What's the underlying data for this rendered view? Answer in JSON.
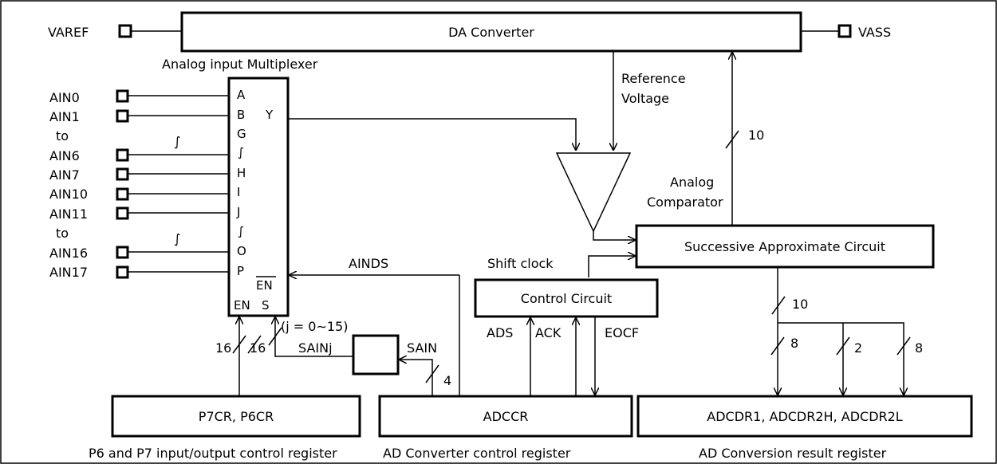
{
  "blocks": {
    "da_converter": "DA Converter",
    "successive_approx": "Successive Approximate Circuit",
    "control_circuit": "Control Circuit",
    "p7cr_p6cr": "P7CR, P6CR",
    "adccr": "ADCCR",
    "adcdr": "ADCDR1, ADCDR2H, ADCDR2L"
  },
  "captions": {
    "mux": "Analog input Multiplexer",
    "p6p7": "P6 and P7 input/output control register",
    "adccr": "AD Converter control register",
    "adcdr": "AD Conversion result register"
  },
  "pins": {
    "varef": "VAREF",
    "vass": "VASS",
    "ain0": "AIN0",
    "ain1": "AIN1",
    "to1": "to",
    "ain6": "AIN6",
    "ain7": "AIN7",
    "ain10": "AIN10",
    "ain11": "AIN11",
    "to2": "to",
    "ain16": "AIN16",
    "ain17": "AIN17"
  },
  "mux_ports": {
    "a": "A",
    "b": "B",
    "g": "G",
    "wave1": "∫",
    "h": "H",
    "i": "I",
    "j": "J",
    "wave2": "∫",
    "o": "O",
    "p": "P",
    "y": "Y",
    "en_bar": "EN",
    "en": "EN",
    "s": "S"
  },
  "signals": {
    "ref_voltage_1": "Reference",
    "ref_voltage_2": "Voltage",
    "comparator_1": "Analog",
    "comparator_2": "Comparator",
    "shift_clock": "Shift clock",
    "ainds": "AINDS",
    "ads": "ADS",
    "ack": "ACK",
    "eocf": "EOCF",
    "sain": "SAIN",
    "sainj": "SAINj",
    "j_range": "(j = 0∼15)",
    "wave_left1": "∫",
    "wave_left2": "∫"
  },
  "bus_widths": {
    "da_feedback": "10",
    "result_bus": "10",
    "adcdr1": "8",
    "adcdr2h": "2",
    "adcdr2l": "8",
    "p7cr": "16",
    "p6cr": "16",
    "sain_bus": "4"
  }
}
